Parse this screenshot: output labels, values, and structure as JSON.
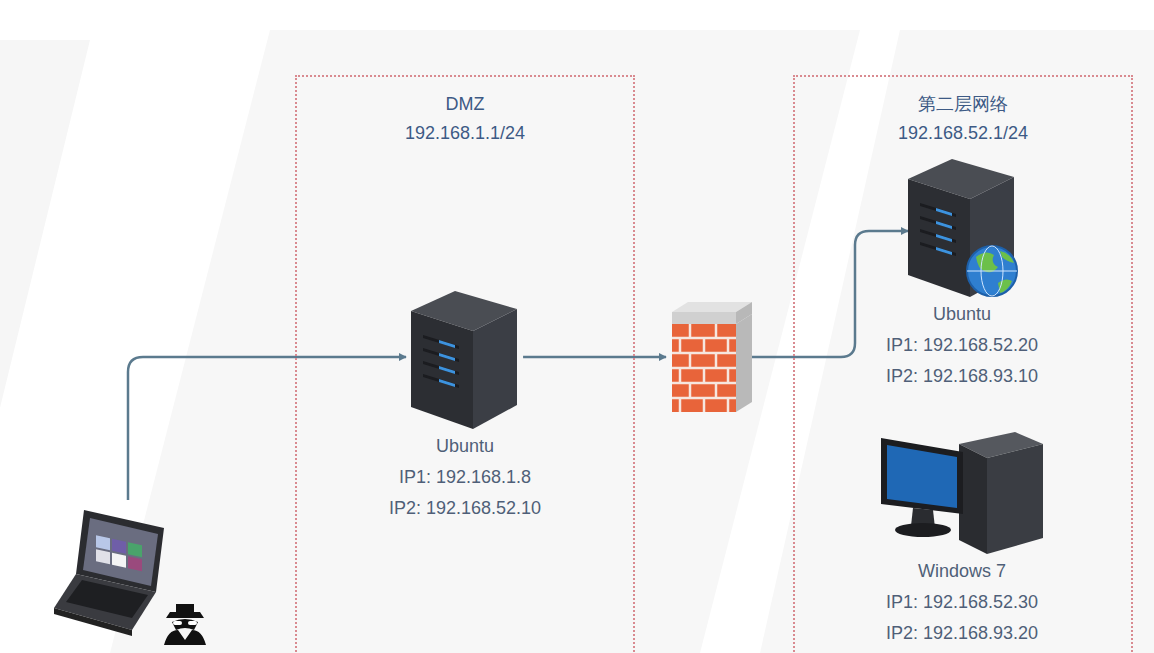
{
  "diagram": {
    "nodes": [
      {
        "text": [
          "DMZ",
          "192.168.1.1/24"
        ]
      },
      {
        "text": [
          "Ubuntu",
          "IP1: 192.168.1.8",
          "IP2: 192.168.52.10"
        ],
        "in": 0
      },
      {
        "text": [
          "第二层网络",
          "192.168.52.1/24"
        ]
      },
      {
        "text": [
          "Ubuntu",
          "IP1: 192.168.52.20",
          "IP2: 192.168.93.10"
        ],
        "in": 2
      },
      {
        "text": [
          "Windows 7",
          "IP1: 192.168.52.30",
          "IP2: 192.168.93.20"
        ],
        "in": 2
      }
    ],
    "edges": [
      {
        "from": 1,
        "to": 3,
        "arrow": "to"
      }
    ]
  }
}
